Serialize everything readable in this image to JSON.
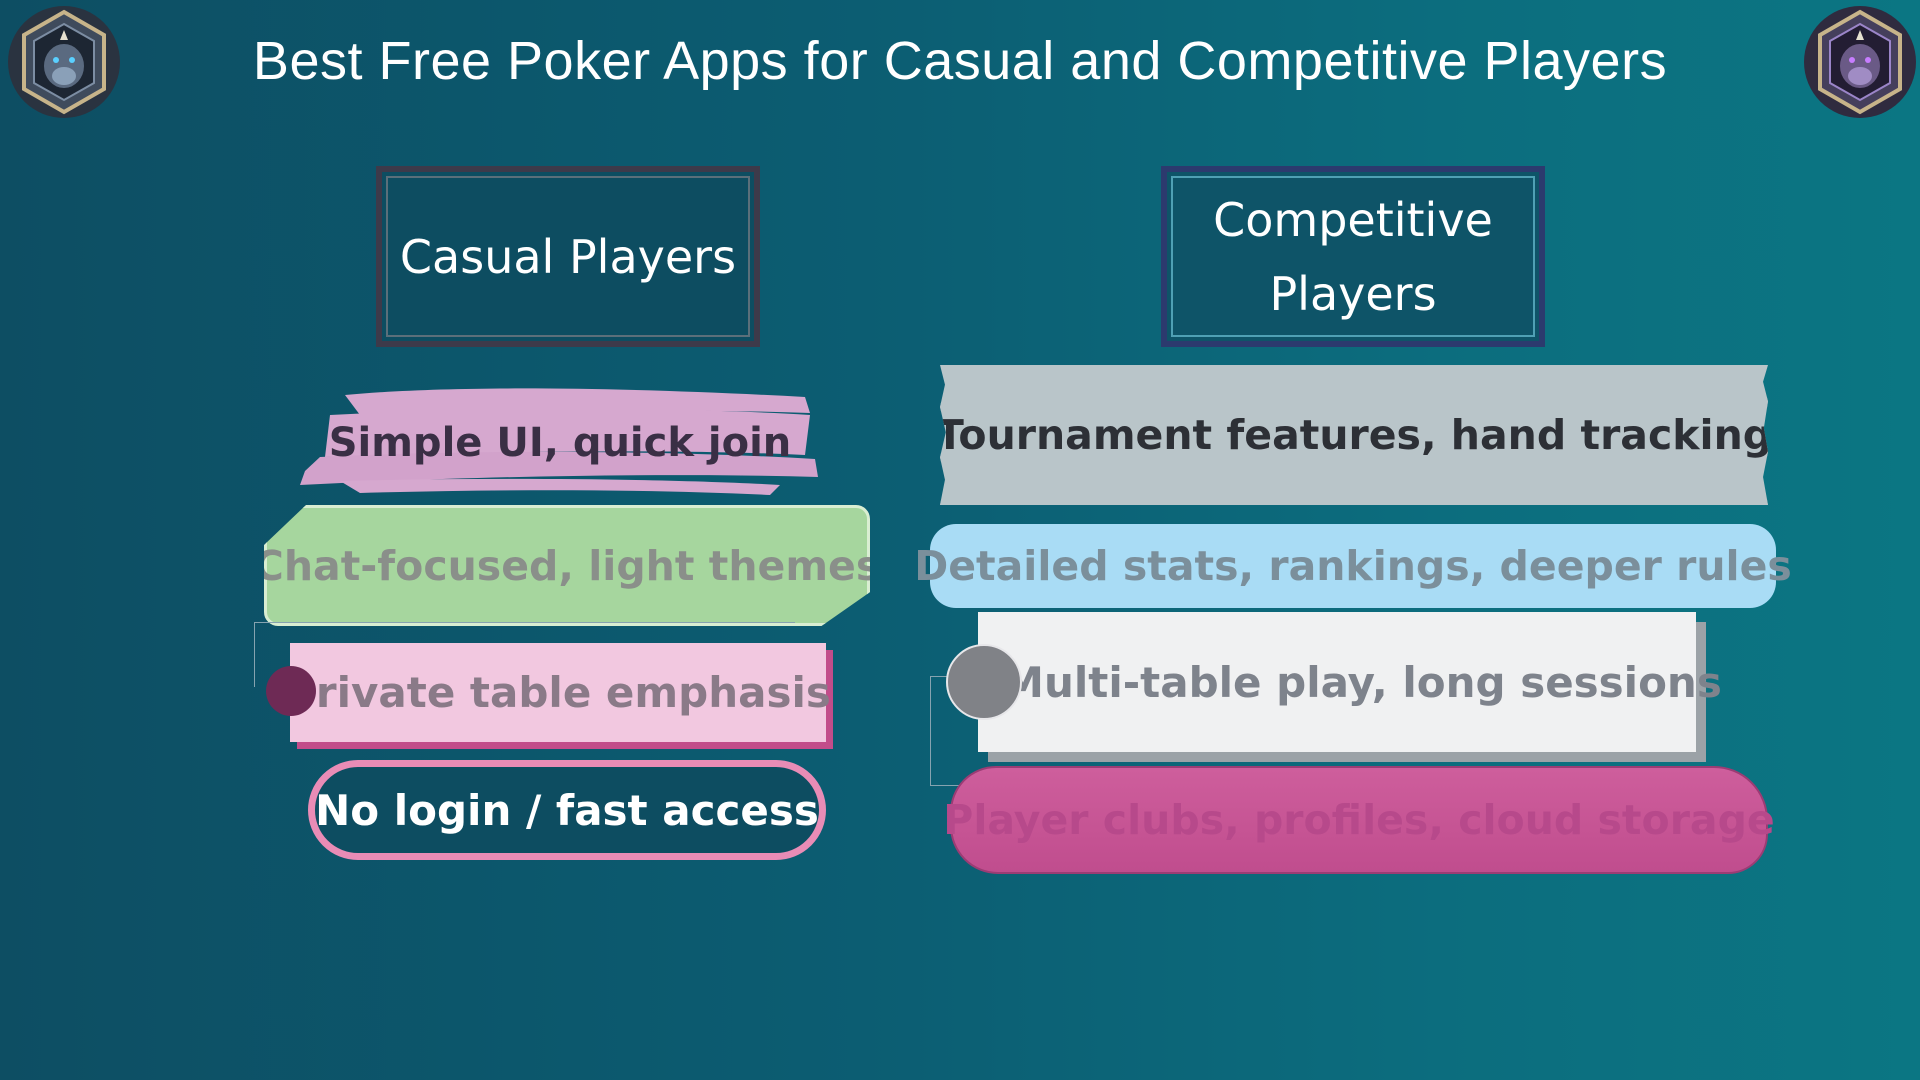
{
  "title": "Best Free Poker Apps for Casual and Competitive Players",
  "logo": {
    "icon": "gorilla-crest-icon"
  },
  "columns": {
    "casual": {
      "header": "Casual Players",
      "items": [
        "Simple UI, quick join",
        "Chat-focused, light themes",
        "Private table emphasis",
        "No login / fast access"
      ]
    },
    "competitive": {
      "header_line1": "Competitive",
      "header_line2": "Players",
      "items": [
        "Tournament features, hand tracking",
        "Detailed stats, rankings, deeper rules",
        "Multi-table play, long sessions",
        "Player clubs, profiles, cloud storage"
      ]
    }
  },
  "colors": {
    "background": "#0c5d72",
    "pink_brush": "#d6a8cf",
    "green": "#a6d69e",
    "light_pink": "#f2c8e0",
    "magenta": "#c04d8e",
    "grey_paper": "#b9c5c9",
    "light_blue": "#a9dcf5"
  }
}
